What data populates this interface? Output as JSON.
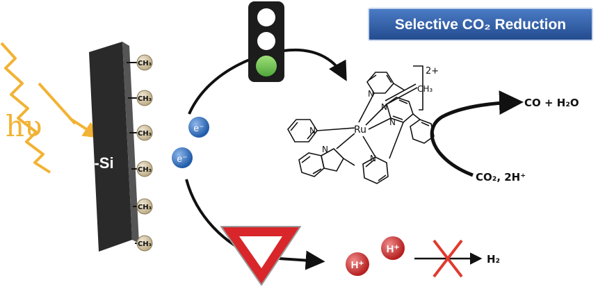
{
  "banner": {
    "text": "Selective CO₂ Reduction",
    "bg": "#2f5ea8",
    "fg": "#ffffff"
  },
  "light": {
    "label": "hυ",
    "wave_color": "#f2b233"
  },
  "electrode": {
    "label": "p-Si",
    "color": "#2a2a2a"
  },
  "surface_group": {
    "label": "CH₃",
    "count": 6,
    "color": "#d8c8a4"
  },
  "electron": {
    "label": "e⁻",
    "color": "#1f5aa8"
  },
  "traffic_light": {
    "lit": "green",
    "lit_color": "#6cc04a"
  },
  "yield_sign": {
    "color": "#d8262a"
  },
  "catalyst": {
    "metal": "Ru",
    "charge": "2+",
    "ligand_atoms": [
      "N",
      "N",
      "N",
      "N",
      "N",
      "N"
    ],
    "ligand_group": "CH₃"
  },
  "co2_reduction": {
    "reactants": "CO₂, 2H⁺",
    "products": "CO + H₂O"
  },
  "proton": {
    "label": "H⁺",
    "count": 2,
    "color": "#cc2a2a"
  },
  "hydrogen": {
    "product": "H₂",
    "blocked": true,
    "cross_color": "#e03a2f"
  }
}
